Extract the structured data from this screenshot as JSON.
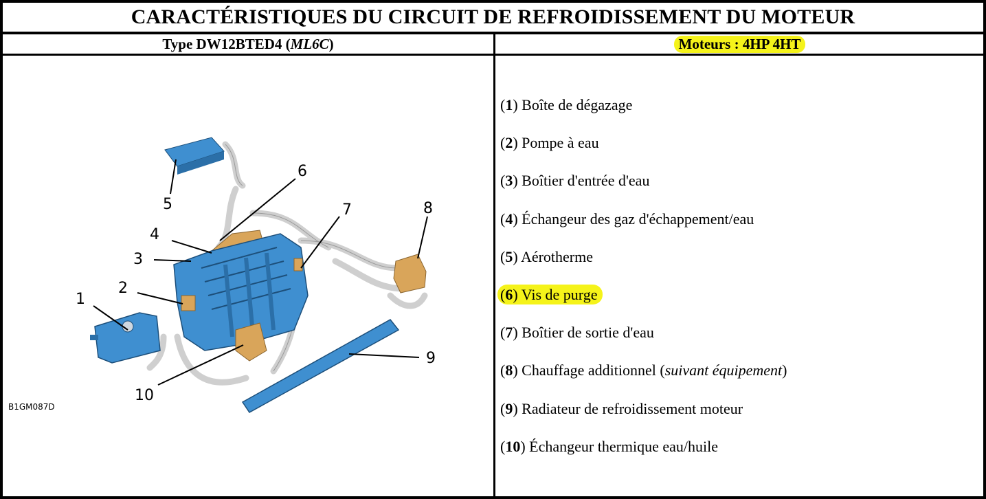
{
  "title": "CARACTÉRISTIQUES DU CIRCUIT DE REFROIDISSEMENT DU MOTEUR",
  "subheader": {
    "type_prefix": "Type DW12BTED4 (",
    "type_code": "ML6C",
    "type_suffix": ")",
    "engines": "Moteurs : 4HP 4HT"
  },
  "diagram": {
    "reference": "B1GM087D",
    "callouts": [
      "1",
      "2",
      "3",
      "4",
      "5",
      "6",
      "7",
      "8",
      "9",
      "10"
    ],
    "colors": {
      "component_blue": "#3f8fd0",
      "component_orange": "#d9a55a",
      "pipe_gray": "#d8d8d8"
    }
  },
  "legend": [
    {
      "num": "1",
      "label": "Boîte de dégazage"
    },
    {
      "num": "2",
      "label": "Pompe à eau"
    },
    {
      "num": "3",
      "label": "Boîtier d'entrée d'eau"
    },
    {
      "num": "4",
      "label": "Échangeur des gaz d'échappement/eau"
    },
    {
      "num": "5",
      "label": "Aérotherme"
    },
    {
      "num": "6",
      "label": "Vis de purge",
      "highlighted": true
    },
    {
      "num": "7",
      "label": "Boîtier de sortie d'eau"
    },
    {
      "num": "8",
      "label": "Chauffage additionnel",
      "note": "suivant équipement"
    },
    {
      "num": "9",
      "label": "Radiateur de refroidissement moteur"
    },
    {
      "num": "10",
      "label": "Échangeur thermique eau/huile"
    }
  ],
  "highlight_color": "#f5f31a"
}
